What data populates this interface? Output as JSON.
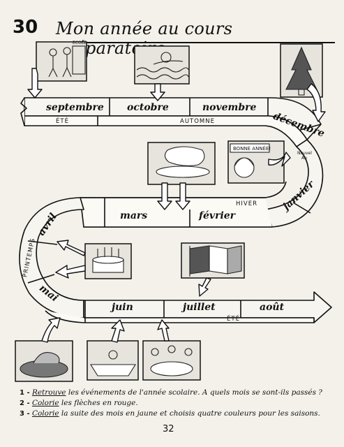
{
  "header": {
    "number": "30",
    "title": "Mon année au cours préparatoire."
  },
  "months": {
    "septembre": "septembre",
    "octobre": "octobre",
    "novembre": "novembre",
    "decembre": "décembre",
    "janvier": "janvier",
    "fevrier": "février",
    "mars": "mars",
    "avril": "avril",
    "mai": "mai",
    "juin": "juin",
    "juillet": "juillet",
    "aout": "août"
  },
  "seasons": {
    "ete_top": "ÉTÉ",
    "automne": "AUTOMNE",
    "hiver": "HIVER",
    "printemps": "PRINTEMPS",
    "ete_bottom": "ÉTÉ"
  },
  "illustrations": {
    "bonne_annee": "BONNE ANNÉE!",
    "nouvel_an_1": "Nouvel",
    "nouvel_an_2": "An",
    "ecole_sign": "ECOLE"
  },
  "instructions": [
    {
      "num": "1 -",
      "verb": "Retrouve",
      "rest": " les événements de l'année scolaire. A quels mois se sont-ils passés ?"
    },
    {
      "num": "2 -",
      "verb": "Colorie",
      "rest": " les flèches en rouge."
    },
    {
      "num": "3 -",
      "verb": "Colorie",
      "rest": " la suite des mois en jaune et choisis quatre couleurs pour les saisons."
    }
  ],
  "footer": {
    "page_number": "32"
  }
}
